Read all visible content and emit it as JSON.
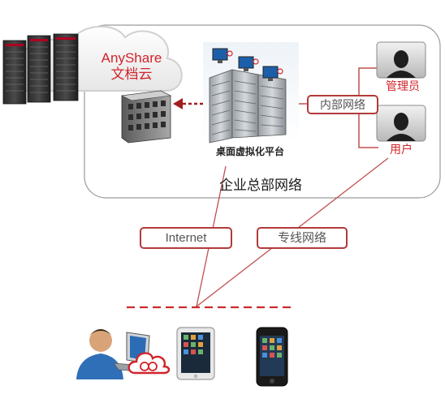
{
  "cloud": {
    "line1": "AnyShare",
    "line2": "文档云"
  },
  "vdi": {
    "label": "桌面虚拟化平台"
  },
  "hq": {
    "label": "企业总部网络"
  },
  "internal": {
    "label": "内部网络"
  },
  "admin": {
    "label": "管理员"
  },
  "user": {
    "label": "用户"
  },
  "internet": {
    "label": "Internet"
  },
  "dedicated": {
    "label": "专线网络"
  },
  "colors": {
    "accent": "#d2232a",
    "pill_border": "#b23a3a",
    "line": "#c0504d",
    "hq_border": "#9a9a9a"
  },
  "icons": [
    "server-icon",
    "cloud-icon",
    "building-icon",
    "vdi-server-icon",
    "admin-avatar-icon",
    "user-avatar-icon",
    "laptop-user-icon",
    "sync-cloud-icon",
    "tablet-icon",
    "phone-icon"
  ]
}
